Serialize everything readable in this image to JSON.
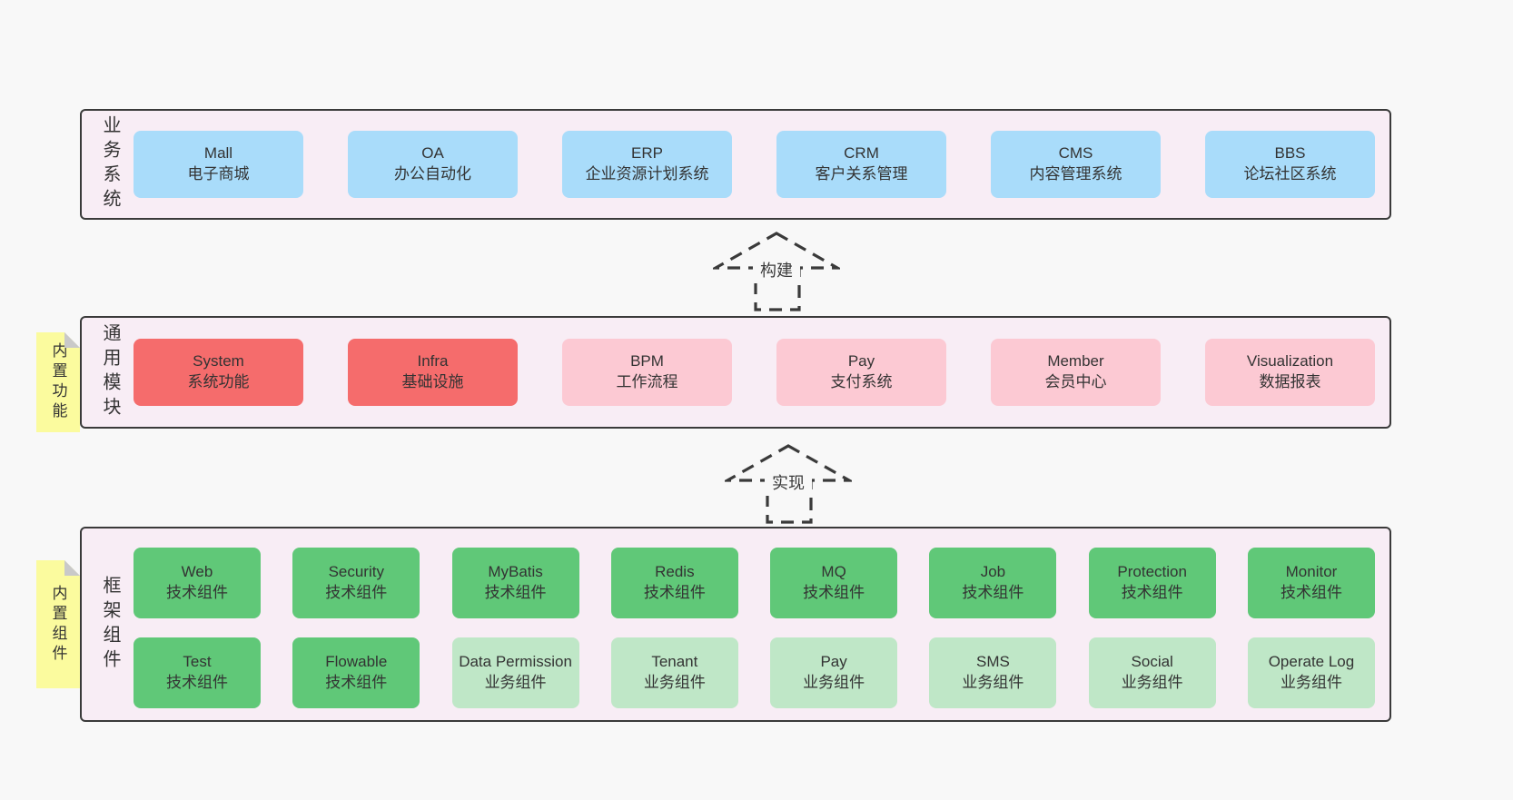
{
  "diagram": {
    "layers": {
      "business": {
        "label": "业务系统",
        "items": [
          {
            "title": "Mall",
            "subtitle": "电子商城",
            "color": "blue"
          },
          {
            "title": "OA",
            "subtitle": "办公自动化",
            "color": "blue"
          },
          {
            "title": "ERP",
            "subtitle": "企业资源计划系统",
            "color": "blue"
          },
          {
            "title": "CRM",
            "subtitle": "客户关系管理",
            "color": "blue"
          },
          {
            "title": "CMS",
            "subtitle": "内容管理系统",
            "color": "blue"
          },
          {
            "title": "BBS",
            "subtitle": "论坛社区系统",
            "color": "blue"
          }
        ]
      },
      "modules": {
        "label": "通用模块",
        "sticky": "内置功能",
        "items": [
          {
            "title": "System",
            "subtitle": "系统功能",
            "color": "red"
          },
          {
            "title": "Infra",
            "subtitle": "基础设施",
            "color": "red"
          },
          {
            "title": "BPM",
            "subtitle": "工作流程",
            "color": "pink"
          },
          {
            "title": "Pay",
            "subtitle": "支付系统",
            "color": "pink"
          },
          {
            "title": "Member",
            "subtitle": "会员中心",
            "color": "pink"
          },
          {
            "title": "Visualization",
            "subtitle": "数据报表",
            "color": "pink"
          }
        ]
      },
      "framework": {
        "label": "框架组件",
        "sticky": "内置组件",
        "row1": [
          {
            "title": "Web",
            "subtitle": "技术组件",
            "color": "green"
          },
          {
            "title": "Security",
            "subtitle": "技术组件",
            "color": "green"
          },
          {
            "title": "MyBatis",
            "subtitle": "技术组件",
            "color": "green"
          },
          {
            "title": "Redis",
            "subtitle": "技术组件",
            "color": "green"
          },
          {
            "title": "MQ",
            "subtitle": "技术组件",
            "color": "green"
          },
          {
            "title": "Job",
            "subtitle": "技术组件",
            "color": "green"
          },
          {
            "title": "Protection",
            "subtitle": "技术组件",
            "color": "green"
          },
          {
            "title": "Monitor",
            "subtitle": "技术组件",
            "color": "green"
          }
        ],
        "row2": [
          {
            "title": "Test",
            "subtitle": "技术组件",
            "color": "green"
          },
          {
            "title": "Flowable",
            "subtitle": "技术组件",
            "color": "green"
          },
          {
            "title": "Data Permission",
            "subtitle": "业务组件",
            "color": "lightgreen"
          },
          {
            "title": "Tenant",
            "subtitle": "业务组件",
            "color": "lightgreen"
          },
          {
            "title": "Pay",
            "subtitle": "业务组件",
            "color": "lightgreen"
          },
          {
            "title": "SMS",
            "subtitle": "业务组件",
            "color": "lightgreen"
          },
          {
            "title": "Social",
            "subtitle": "业务组件",
            "color": "lightgreen"
          },
          {
            "title": "Operate Log",
            "subtitle": "业务组件",
            "color": "lightgreen"
          }
        ]
      }
    },
    "arrows": {
      "build": "构建",
      "implement": "实现"
    },
    "colors": {
      "blue": "#a9dcfa",
      "red": "#f56c6c",
      "pink": "#fcc9d3",
      "green": "#60c878",
      "light_green": "#bfe7c7",
      "sticky_yellow": "#fbfb9e",
      "container_bg": "#f8edf5",
      "border": "#3a3a3a",
      "page_bg": "#f8f8f8"
    }
  }
}
